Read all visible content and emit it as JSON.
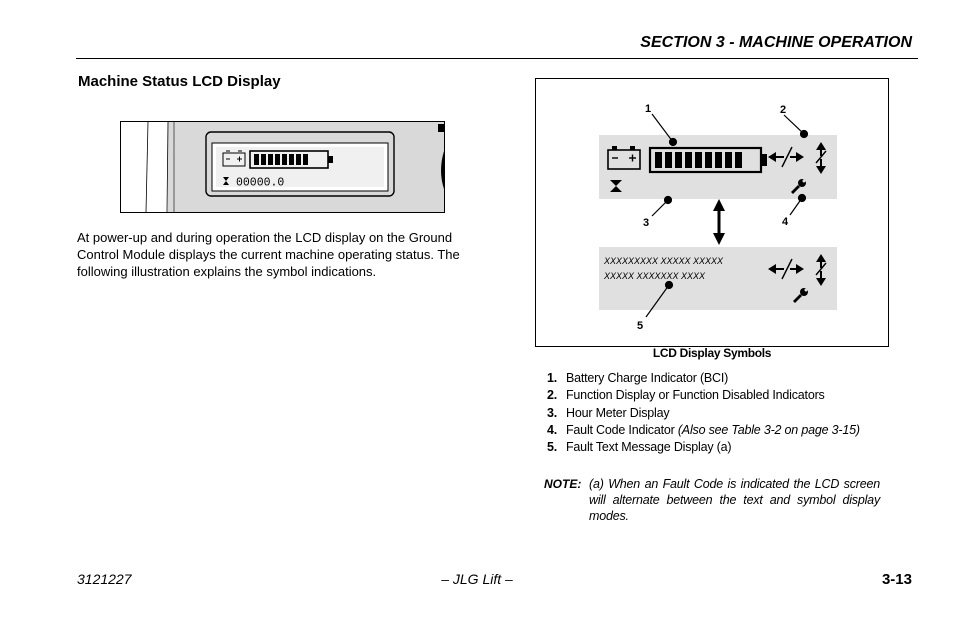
{
  "header": {
    "section_title": "SECTION 3 - MACHINE OPERATION"
  },
  "left": {
    "heading": "Machine Status LCD Display",
    "lcd_photo": {
      "hour_meter": "00000.0"
    },
    "intro": "At power-up and during operation the LCD display on the Ground Control Module displays the current machine operating status. The following illustration explains the symbol indications."
  },
  "figure": {
    "callouts": [
      "1",
      "2",
      "3",
      "4",
      "5"
    ],
    "text_line_1": "XXXXXXXXX  XXXXX  XXXXX",
    "text_line_2": "XXXXX  XXXXXXX  XXXX",
    "caption": "LCD Display Symbols"
  },
  "legend": [
    {
      "num": "1.",
      "text": "Battery Charge Indicator (BCI)",
      "italic": ""
    },
    {
      "num": "2.",
      "text": "Function Display or Function Disabled Indicators",
      "italic": ""
    },
    {
      "num": "3.",
      "text": "Hour Meter Display",
      "italic": ""
    },
    {
      "num": "4.",
      "text": "Fault Code Indicator ",
      "italic": "(Also see Table 3-2 on page 3-15)"
    },
    {
      "num": "5.",
      "text": "Fault Text Message Display (a)",
      "italic": ""
    }
  ],
  "note": {
    "label": "NOTE:",
    "text": "(a) When an Fault Code is indicated the LCD screen will alternate between the text and symbol display modes."
  },
  "footer": {
    "doc_number": "3121227",
    "brand": "– JLG Lift –",
    "page": "3-13"
  }
}
